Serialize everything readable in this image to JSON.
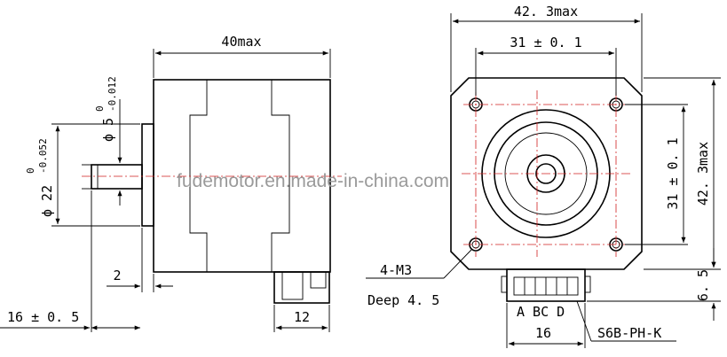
{
  "side_view": {
    "width_label": "40max",
    "shaft_dia_label": "ϕ 5",
    "shaft_dia_tol_upper": "0",
    "shaft_dia_tol_lower": "-0.012",
    "boss_dia_label": "ϕ 22",
    "boss_dia_tol_upper": "0",
    "boss_dia_tol_lower": "-0.052",
    "boss_length_label": "2",
    "shaft_length_label": "16 ± 0. 5",
    "connector_width_label": "12"
  },
  "front_view": {
    "width_label": "42. 3max",
    "hole_spacing_h_label": "31 ± 0. 1",
    "height_label": "42. 3max",
    "hole_spacing_v_label": "31 ± 0. 1",
    "connector_offset_label": "6. 5",
    "holes_label": "4-M3",
    "depth_label": "Deep 4. 5",
    "pin_labels": "A BC D",
    "connector_width_label": "16",
    "connector_part_label": "S6B-PH-K"
  },
  "watermark": "fudemotor.en.made-in-china.com"
}
